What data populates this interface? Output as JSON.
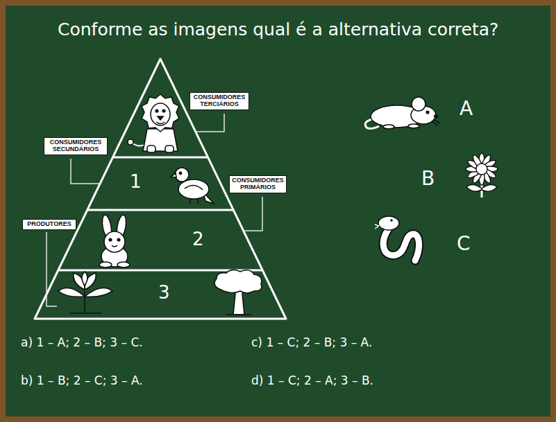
{
  "diagram": {
    "title": "Conforme as imagens qual é a alternativa correta?",
    "nodes": [
      {
        "text": [
          "CONSUMIDORES TERCIÁRIOS"
        ]
      },
      {
        "text": [
          "CONSUMIDORES SECUNDÁRIOS"
        ]
      },
      {
        "text": [
          "CONSUMIDORES PRIMÁRIOS"
        ]
      },
      {
        "text": [
          "PRODUTORES"
        ]
      }
    ],
    "labels": [
      "A",
      "B",
      "1",
      "2",
      "C",
      "3",
      "a) 1 – A; 2 – B; 3 – C.",
      "c) 1 – C; 2 – B; 3 – A.",
      "b) 1 – B; 2 – C; 3 – A.",
      "d) 1 – C; 2 – A; 3 – B."
    ]
  }
}
